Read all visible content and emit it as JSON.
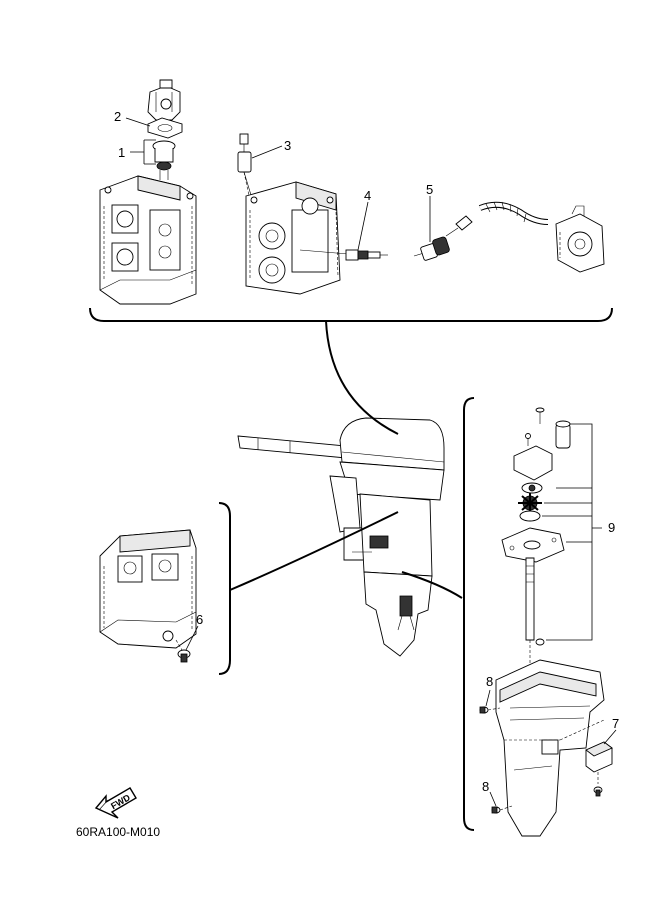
{
  "callouts": {
    "c1": "1",
    "c2": "2",
    "c3": "3",
    "c4": "4",
    "c5": "5",
    "c6": "6",
    "c7": "7",
    "c8a": "8",
    "c8b": "8",
    "c9": "9"
  },
  "fwd_label": "FWD",
  "diagram_code": "60RA100-M010"
}
